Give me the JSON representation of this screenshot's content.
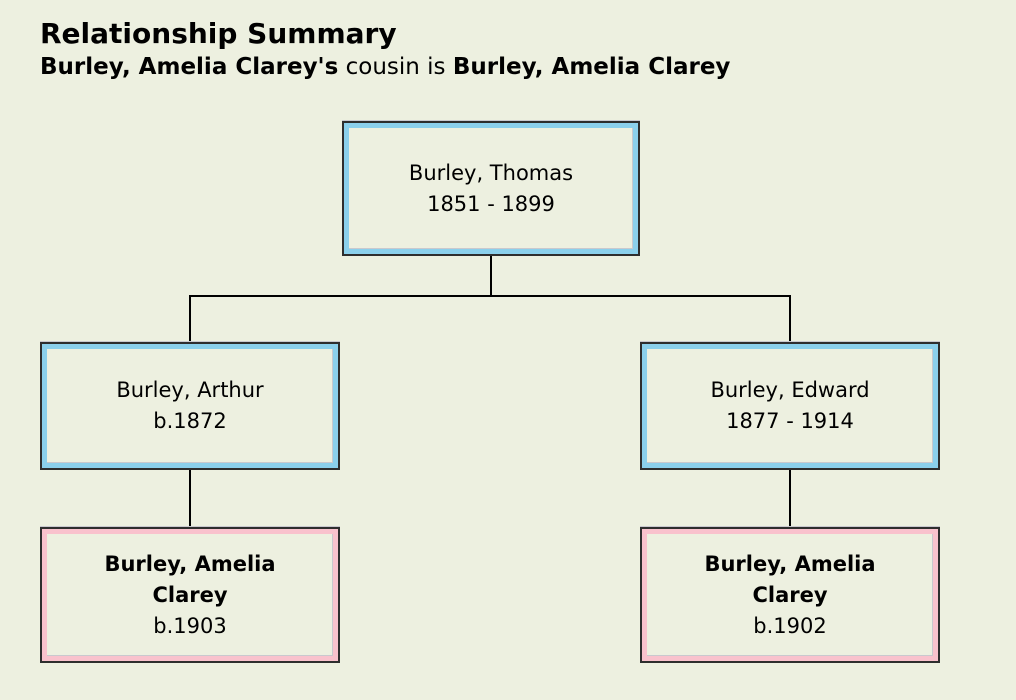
{
  "header": {
    "title": "Relationship Summary",
    "subject_name": "Burley, Amelia Clarey's",
    "relationship_phrase": " cousin is ",
    "related_name": "Burley, Amelia Clarey"
  },
  "tree": {
    "grandfather": {
      "name": "Burley, Thomas",
      "dates": "1851 - 1899"
    },
    "parent_left": {
      "name": "Burley, Arthur",
      "dates": "b.1872"
    },
    "parent_right": {
      "name": "Burley, Edward",
      "dates": "1877 - 1914"
    },
    "cousin_left": {
      "name": "Burley, Amelia Clarey",
      "dates": "b.1903"
    },
    "cousin_right": {
      "name": "Burley, Amelia Clarey",
      "dates": "b.1902"
    }
  },
  "colors": {
    "background": "#EDF0E0",
    "male_border": "#8BD0EC",
    "female_border": "#F9C2CD",
    "box_frame": "#2E2E2E",
    "connector": "#000000",
    "text": "#000000"
  }
}
